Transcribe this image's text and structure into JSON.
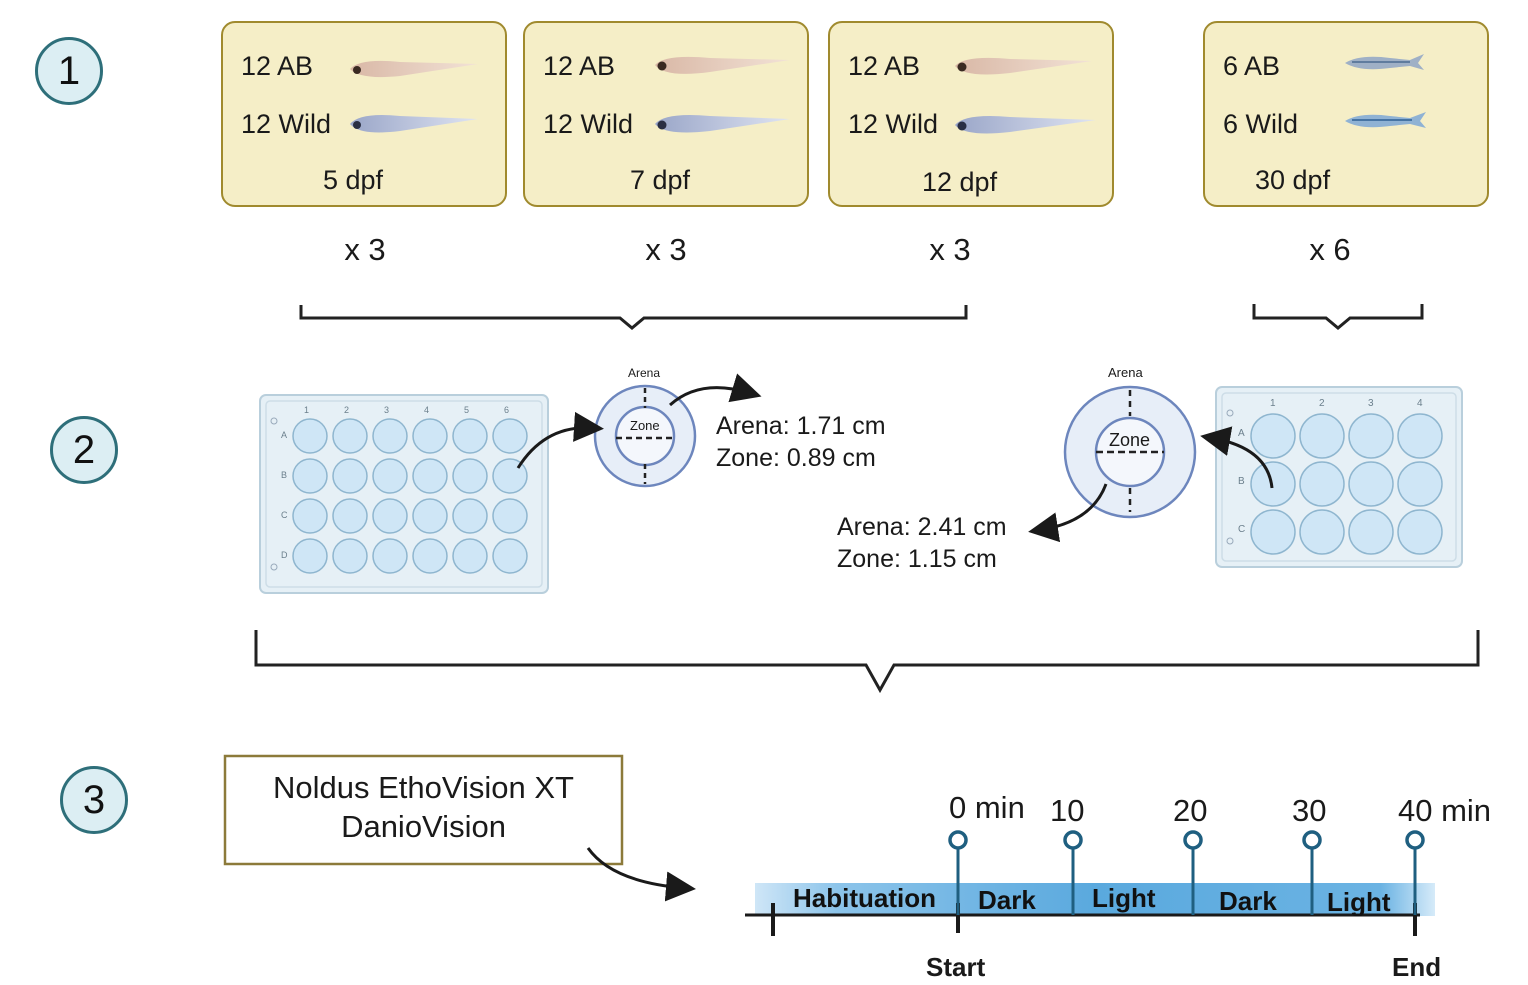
{
  "steps": [
    "1",
    "2",
    "3"
  ],
  "groups": [
    {
      "ab": "12 AB",
      "wild": "12 Wild",
      "age": "5 dpf",
      "mult": "x 3"
    },
    {
      "ab": "12 AB",
      "wild": "12 Wild",
      "age": "7 dpf",
      "mult": "x 3"
    },
    {
      "ab": "12 AB",
      "wild": "12 Wild",
      "age": "12 dpf",
      "mult": "x 3"
    },
    {
      "ab": "6 AB",
      "wild": "6 Wild",
      "age": "30 dpf",
      "mult": "x 6"
    }
  ],
  "plate24": {
    "cols": [
      "1",
      "2",
      "3",
      "4",
      "5",
      "6"
    ],
    "rows": [
      "A",
      "B",
      "C",
      "D"
    ],
    "arena_label": "Arena",
    "zone_label": "Zone",
    "dims": [
      "Arena: 1.71 cm",
      "Zone: 0.89 cm"
    ]
  },
  "plate12": {
    "cols": [
      "1",
      "2",
      "3",
      "4"
    ],
    "rows": [
      "A",
      "B",
      "C"
    ],
    "arena_label": "Arena",
    "zone_label": "Zone",
    "dims": [
      "Arena: 2.41 cm",
      "Zone: 1.15 cm"
    ]
  },
  "software": [
    "Noldus EthoVision XT",
    "DanioVision"
  ],
  "timeline": {
    "times": [
      "0 min",
      "10",
      "20",
      "30",
      "40 min"
    ],
    "segments": [
      "Habituation",
      "Dark",
      "Light",
      "Dark",
      "Light"
    ],
    "start": "Start",
    "end": "End"
  },
  "colors": {
    "card_fill": "#f5eec7",
    "card_border": "#a08a2e",
    "step_fill": "#dceef3",
    "step_border": "#2e6f7a",
    "well_fill": "#cfe6f6",
    "well_border": "#8fb6cf",
    "timeline_blue": "#5aa9de",
    "pin": "#1f5f80"
  }
}
